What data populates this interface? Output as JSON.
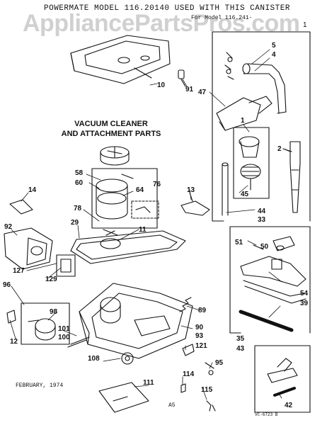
{
  "header": {
    "line1": "POWERMATE MODEL 116.20140 USED WITH THIS CANISTER",
    "line2": "For Model 116.241-",
    "page_number": "1"
  },
  "watermark": "AppliancePartsPros.com",
  "title": {
    "line1": "VACUUM CLEANER",
    "line2": "AND ATTACHMENT PARTS"
  },
  "footer": {
    "date": "FEBRUARY, 1974",
    "code": "A5",
    "drawing_no": "VC-6723 B"
  },
  "callouts": {
    "c10": "10",
    "c91": "91",
    "c5": "5",
    "c4": "4",
    "c47": "47",
    "c1": "1",
    "c2": "2",
    "c45": "45",
    "c44": "44",
    "c33": "33",
    "c13": "13",
    "c58": "58",
    "c60": "60",
    "c64": "64",
    "c76": "76",
    "c14": "14",
    "c78": "78",
    "c29": "29",
    "c11": "11",
    "c92": "92",
    "c127": "127",
    "c129": "129",
    "c96": "96",
    "c98": "98",
    "c12": "12",
    "c101": "101",
    "c100": "100",
    "c89": "89",
    "c93": "93",
    "c90": "90",
    "c121": "121",
    "c95": "95",
    "c108": "108",
    "c114": "114",
    "c115": "115",
    "c111": "111",
    "c35": "35",
    "c43": "43",
    "c51": "51",
    "c50": "50",
    "c54": "54",
    "c39": "39",
    "c42": "42"
  }
}
